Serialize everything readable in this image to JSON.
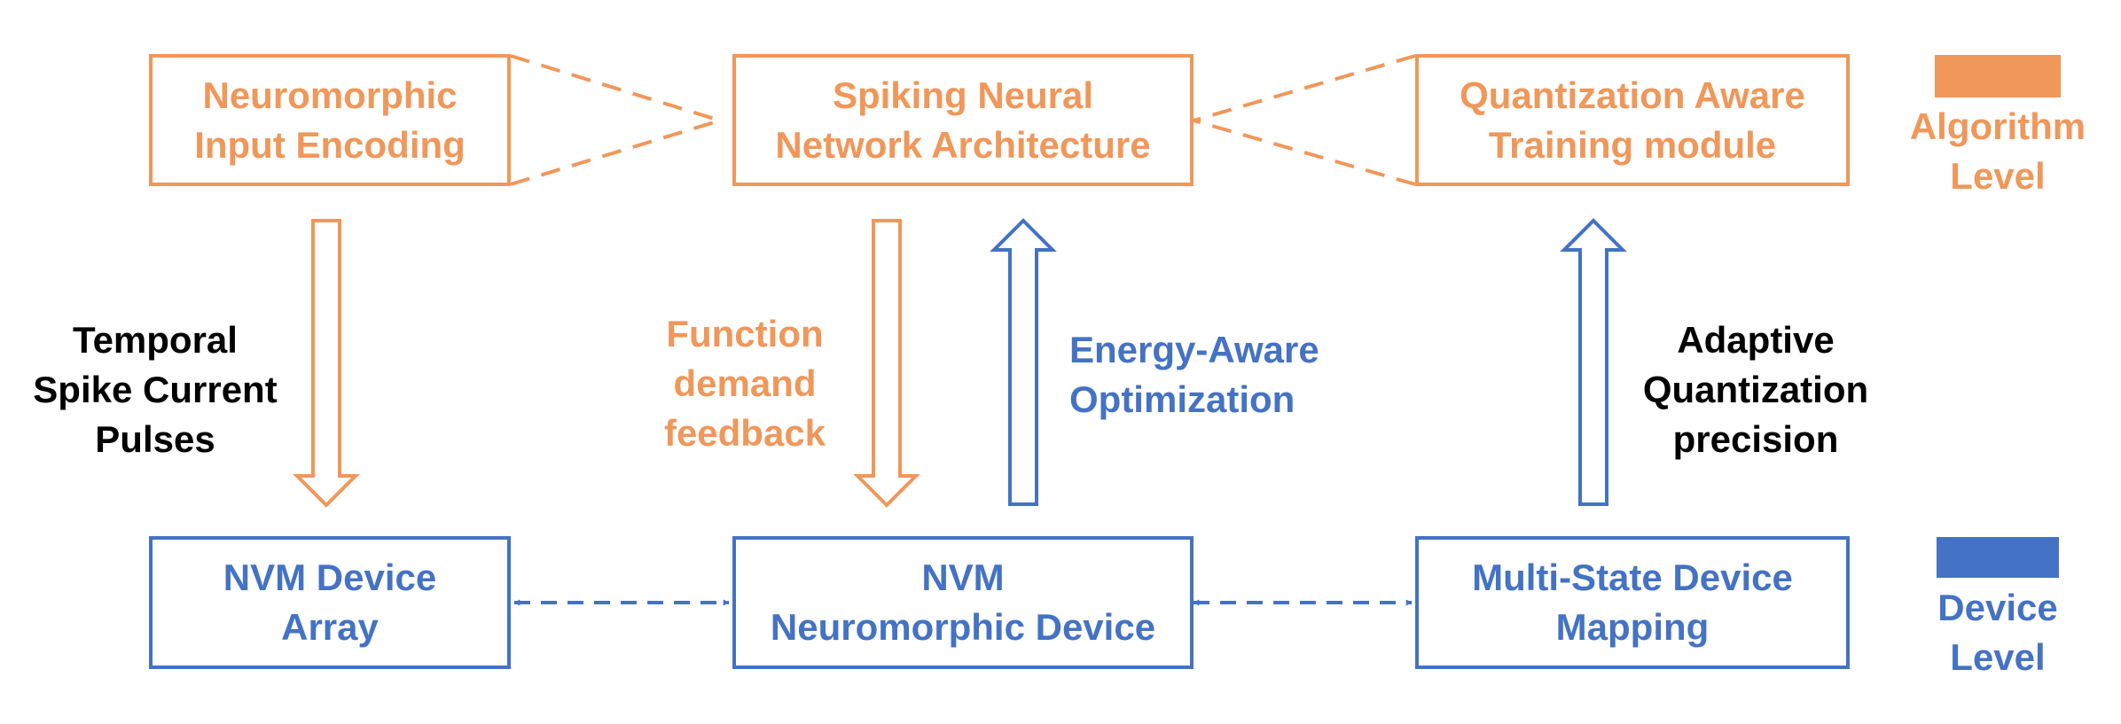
{
  "colors": {
    "algorithm": "#F0975A",
    "device": "#4472C4",
    "text_dark": "#000000"
  },
  "algorithm_boxes": {
    "input_encoding": [
      "Neuromorphic",
      "Input Encoding"
    ],
    "snn_architecture": [
      "Spiking Neural",
      "Network Architecture"
    ],
    "qat_module": [
      "Quantization Aware",
      "Training module"
    ]
  },
  "device_boxes": {
    "device_array": [
      "NVM Device",
      "Array"
    ],
    "neuromorphic_device": [
      "NVM",
      "Neuromorphic Device"
    ],
    "multistate_mapping": [
      "Multi-State Device",
      "Mapping"
    ]
  },
  "arrow_labels": {
    "temporal_spike": [
      "Temporal",
      "Spike Current",
      "Pulses"
    ],
    "function_feedback": [
      "Function",
      "demand",
      "feedback"
    ],
    "energy_aware": [
      "Energy-Aware",
      "Optimization"
    ],
    "adaptive_quant": [
      "Adaptive",
      "Quantization",
      "precision"
    ]
  },
  "legend": {
    "algorithm": [
      "Algorithm",
      "Level"
    ],
    "device": [
      "Device",
      "Level"
    ]
  }
}
